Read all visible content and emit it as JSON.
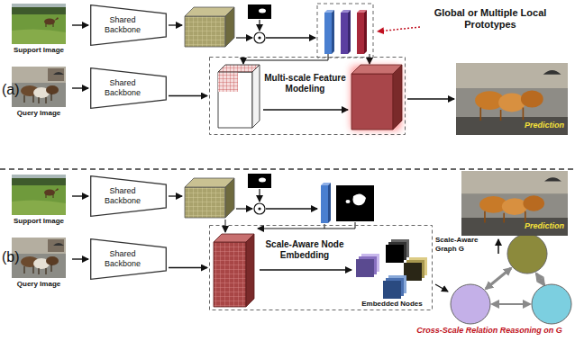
{
  "diagram": {
    "nodes": [
      {
        "text": [
          "Support Image"
        ]
      },
      {
        "text": [
          "Shared Backbone"
        ]
      },
      {
        "text": [
          "Query Image"
        ]
      },
      {
        "text": [
          "Shared Backbone"
        ]
      },
      {
        "text": [
          "Multi-scale Feature Modeling"
        ]
      },
      {
        "text": [
          "Prediction"
        ]
      },
      {
        "text": [
          "Support Image"
        ]
      },
      {
        "text": [
          "Shared Backbone"
        ]
      },
      {
        "text": [
          "Prediction"
        ]
      },
      {
        "text": [
          "Query Image"
        ]
      },
      {
        "text": [
          "Shared Backbone"
        ]
      },
      {
        "text": [
          "Scale-Aware Node Embedding"
        ]
      }
    ],
    "edges": [
      {
        "from": 0,
        "to": 1,
        "arrow": "to"
      },
      {
        "from": 2,
        "to": 3,
        "arrow": "to"
      },
      {
        "from": 3,
        "to": 4,
        "arrow": "to"
      },
      {
        "from": 4,
        "to": 5,
        "arrow": "to"
      },
      {
        "from": 6,
        "to": 7,
        "arrow": "to"
      },
      {
        "from": 9,
        "to": 10,
        "arrow": "to"
      },
      {
        "from": 10,
        "to": 11,
        "arrow": "to"
      }
    ],
    "labels": [
      "(a)",
      "Global or Multiple Local Prototypes",
      "(b)",
      "Embedded Nodes",
      "Scale-Aware Graph G",
      "Cross-Scale Relation Reasoning on G"
    ]
  }
}
